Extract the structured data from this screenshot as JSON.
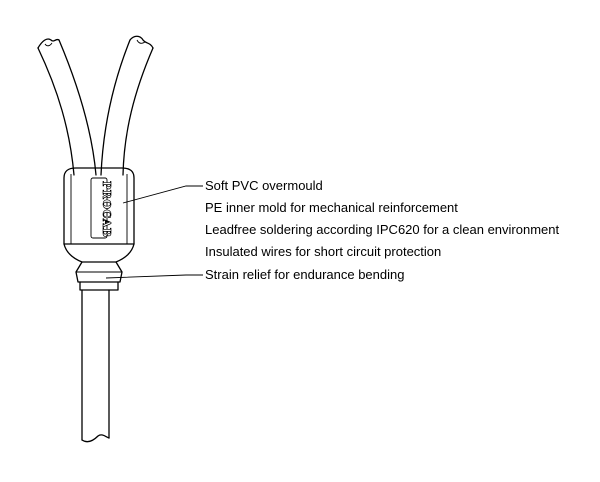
{
  "logo_text": "PROCAB",
  "callouts": [
    {
      "label": "Soft PVC overmould",
      "leader": true
    },
    {
      "label": "PE inner mold for mechanical reinforcement",
      "leader": false
    },
    {
      "label": "Leadfree soldering according IPC620 for a clean environment",
      "leader": false
    },
    {
      "label": "Insulated wires for short circuit protection",
      "leader": false
    },
    {
      "label": "Strain relief for endurance bending",
      "leader": true
    }
  ]
}
